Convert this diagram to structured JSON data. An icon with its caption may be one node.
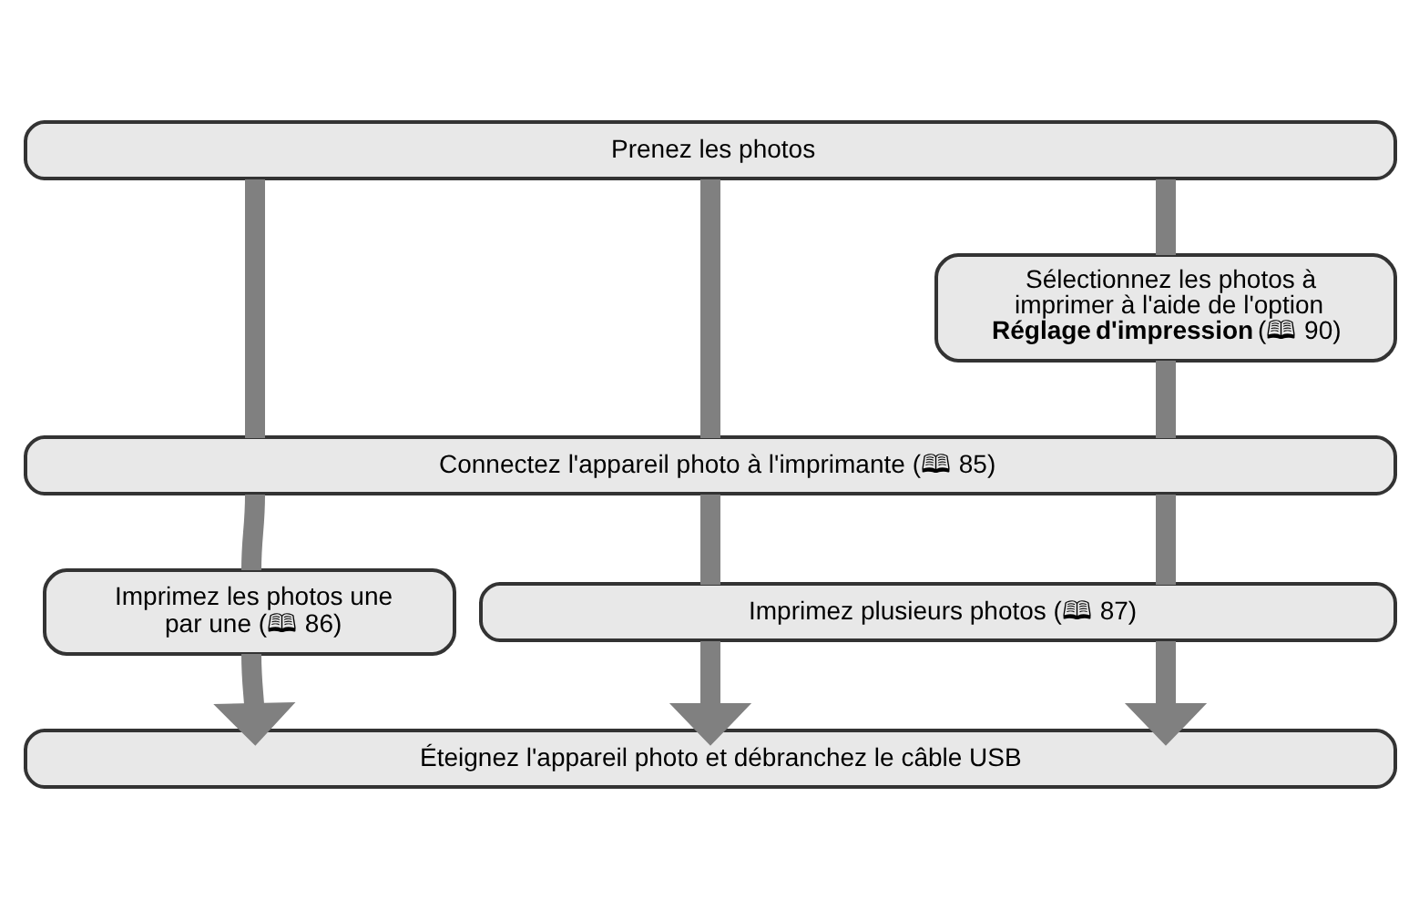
{
  "diagram": {
    "nodes": [
      {
        "text": [
          "Prenez les photos"
        ]
      },
      {
        "text": [
          "Sélectionnez les photos à imprimer à l'aide de l'option **Réglage d'impression** (🕮 90)"
        ]
      },
      {
        "text": [
          "Connectez l'appareil photo à l'imprimante (🕮 85)"
        ]
      },
      {
        "text": [
          "Imprimez les photos une par une (🕮 86)"
        ]
      },
      {
        "text": [
          "Imprimez plusieurs photos (🕮 87)"
        ]
      },
      {
        "text": [
          "Éteignez l'appareil photo et débranchez le câble USB"
        ]
      }
    ],
    "edges": [
      {
        "from": 0,
        "to": 2,
        "arrow": "none"
      },
      {
        "from": 0,
        "to": 2,
        "arrow": "none"
      },
      {
        "from": 0,
        "to": 1,
        "arrow": "none"
      },
      {
        "from": 1,
        "to": 2,
        "arrow": "none"
      },
      {
        "from": 2,
        "to": 3,
        "arrow": "none"
      },
      {
        "from": 2,
        "to": 4,
        "arrow": "none"
      },
      {
        "from": 2,
        "to": 4,
        "arrow": "none"
      },
      {
        "from": 3,
        "to": 5,
        "arrow": "to"
      },
      {
        "from": 4,
        "to": 5,
        "arrow": "to"
      },
      {
        "from": 4,
        "to": 5,
        "arrow": "to"
      }
    ]
  }
}
